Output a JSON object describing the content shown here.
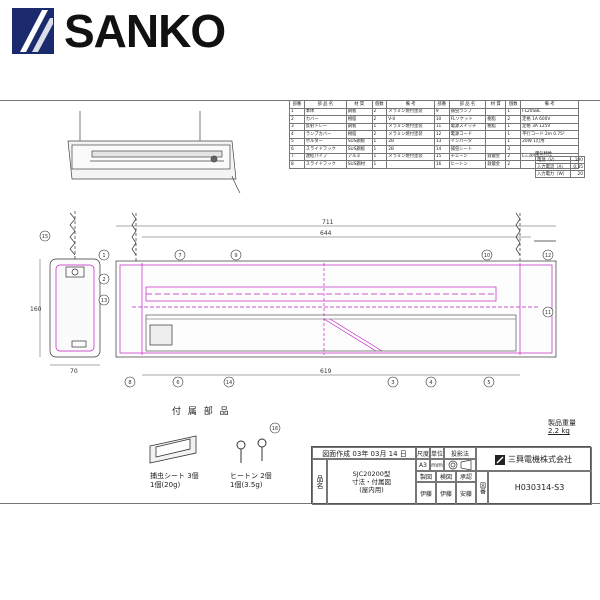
{
  "brand": {
    "name": "SANKO"
  },
  "parts_table": {
    "headers": [
      "部番",
      "部 品 名",
      "材 質",
      "個数",
      "備 考"
    ],
    "left_rows": [
      [
        "1",
        "本体",
        "鋼板",
        "2",
        "メラミン焼付塗装"
      ],
      [
        "2",
        "カバー",
        "樹脂",
        "2",
        "V-0"
      ],
      [
        "3",
        "反射トレー",
        "鋼板",
        "1",
        "メラミン焼付塗装"
      ],
      [
        "4",
        "ランプカバー",
        "樹脂",
        "2",
        "メラミン焼付塗装"
      ],
      [
        "5",
        "ホルダー",
        "SUS鋼板",
        "1",
        "2B"
      ],
      [
        "6",
        "スライドフック",
        "SUS鋼板",
        "1",
        "2B"
      ],
      [
        "7",
        "連結パイプ",
        "アルミ",
        "1",
        "メラミン焼付塗装"
      ],
      [
        "8",
        "スライドフック",
        "SUS鋼材",
        "1",
        ""
      ]
    ],
    "right_rows": [
      [
        "9",
        "捕虫ランプ",
        "",
        "1",
        "FL20SBL"
      ],
      [
        "10",
        "FLソケット",
        "樹脂",
        "2",
        "定格 1A 600V"
      ],
      [
        "11",
        "電源スイッチ",
        "樹脂",
        "1",
        "定格 3A 125V"
      ],
      [
        "12",
        "電源コード",
        "",
        "1",
        "平行コード 2m 0.75²"
      ],
      [
        "13",
        "インバータ",
        "",
        "1",
        "20W 1灯用"
      ],
      [
        "14",
        "捕虫シート",
        "",
        "3",
        ""
      ],
      [
        "15",
        "チェーン",
        "鉄鍍金",
        "2",
        "L=300"
      ],
      [
        "16",
        "ヒートン",
        "鉄鍍金",
        "2",
        ""
      ]
    ]
  },
  "spec_table": {
    "title": "電気特性",
    "rows": [
      [
        "電源（V）",
        "100"
      ],
      [
        "入力電流（A）",
        "0.35"
      ],
      [
        "入力電力（W）",
        "20"
      ]
    ]
  },
  "dimensions": {
    "overall_length": "711",
    "inner_length": "644",
    "bottom_length": "619",
    "side_height": "160",
    "side_width": "70"
  },
  "callouts": [
    "1",
    "2",
    "3",
    "4",
    "5",
    "6",
    "7",
    "8",
    "9",
    "10",
    "11",
    "12",
    "13",
    "14",
    "15",
    "16"
  ],
  "accessories": {
    "title": "付 属 部 品",
    "sheet_label": "捕虫シート 3個",
    "sheet_weight": "1個(20g)",
    "hook_label": "ヒートン 2個",
    "hook_weight": "1個(3.5g)"
  },
  "weight": {
    "label": "製品重量",
    "value": "2.2 kg"
  },
  "title_block": {
    "date": "図面作成 03年 03月 14 日",
    "col_size": "尺度",
    "col_unit": "単位",
    "col_projection": "投影法",
    "size_value": "A3",
    "unit_value": "mm",
    "product_label": "品名",
    "model": "SJC20200型",
    "subtitle1": "寸法・付属図",
    "subtitle2": "(屋内用)",
    "company": "三興電機株式会社",
    "approvals": [
      "製図",
      "検図",
      "承認"
    ],
    "names": [
      "伊藤",
      "伊藤",
      "安藤"
    ],
    "drawing_no_label": "図番",
    "drawing_no": "H030314-S3"
  }
}
